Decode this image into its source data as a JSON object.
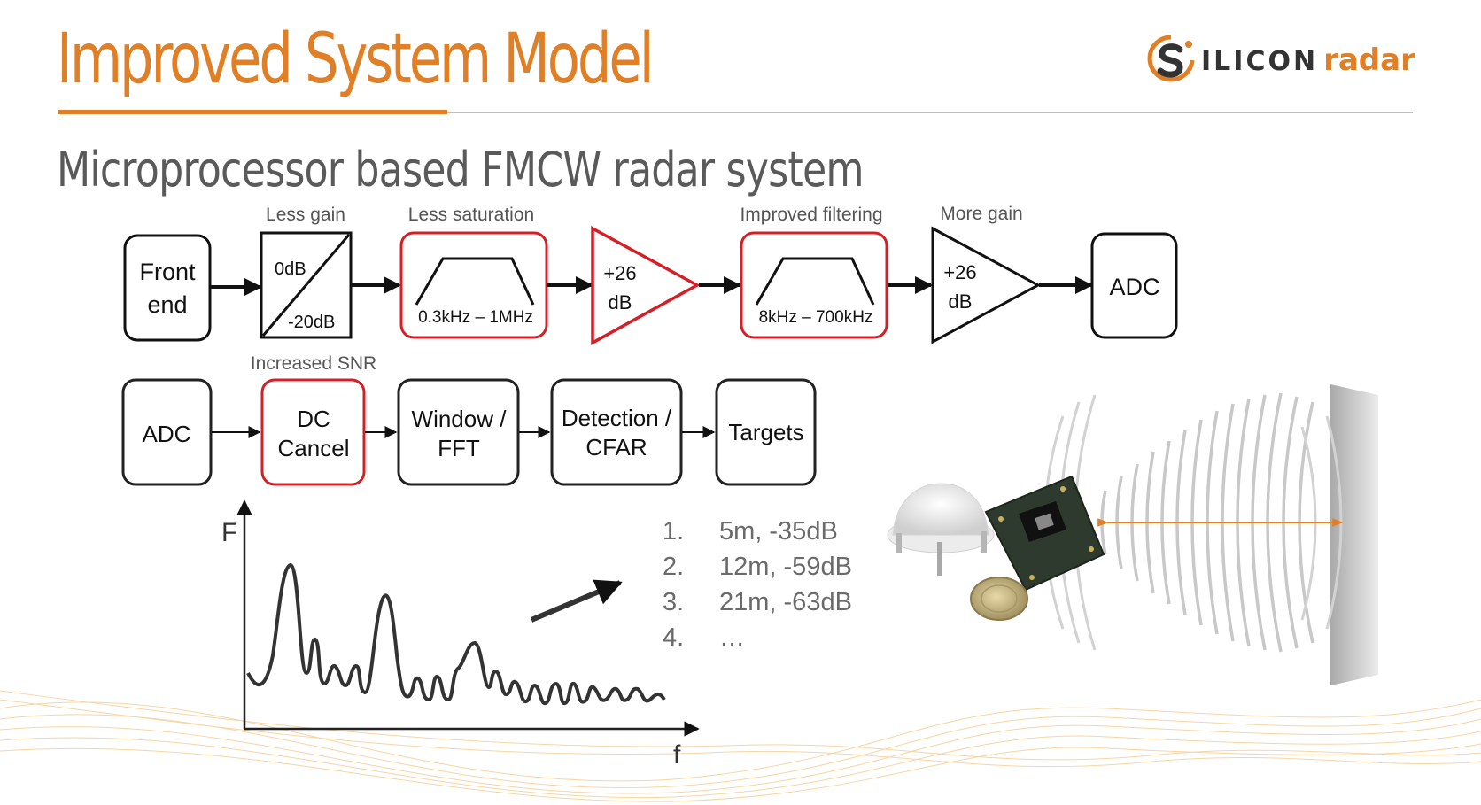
{
  "title": "Improved System Model",
  "subtitle": "Microprocessor based FMCW radar system",
  "logo": {
    "word1": "ILICON",
    "word2": "radar"
  },
  "colors": {
    "accent": "#e07f25",
    "highlight": "#d41f26",
    "text": "#5a5a5a",
    "line": "#111111"
  },
  "chain_top": {
    "front_end": [
      "Front",
      "end"
    ],
    "attenuator": {
      "caption": "Less gain",
      "top": "0dB",
      "bottom": "-20dB"
    },
    "filter1": {
      "caption": "Less saturation",
      "label": "0.3kHz – 1MHz"
    },
    "amp1": {
      "line1": "+26",
      "line2": "dB"
    },
    "filter2": {
      "caption": "Improved filtering",
      "label": "8kHz – 700kHz"
    },
    "amp2": {
      "caption": "More gain",
      "line1": "+26",
      "line2": "dB"
    },
    "adc": "ADC"
  },
  "chain_bottom": {
    "adc": "ADC",
    "dc_cancel": {
      "caption": "Increased SNR",
      "line1": "DC",
      "line2": "Cancel"
    },
    "window": {
      "line1": "Window /",
      "line2": "FFT"
    },
    "detection": {
      "line1": "Detection /",
      "line2": "CFAR"
    },
    "targets": "Targets"
  },
  "spectrum": {
    "y_label": "F",
    "x_label": "f"
  },
  "targets_list": [
    {
      "num": "1.",
      "text": "5m, -35dB"
    },
    {
      "num": "2.",
      "text": "12m, -59dB"
    },
    {
      "num": "3.",
      "text": "21m, -63dB"
    },
    {
      "num": "4.",
      "text": "…"
    }
  ]
}
